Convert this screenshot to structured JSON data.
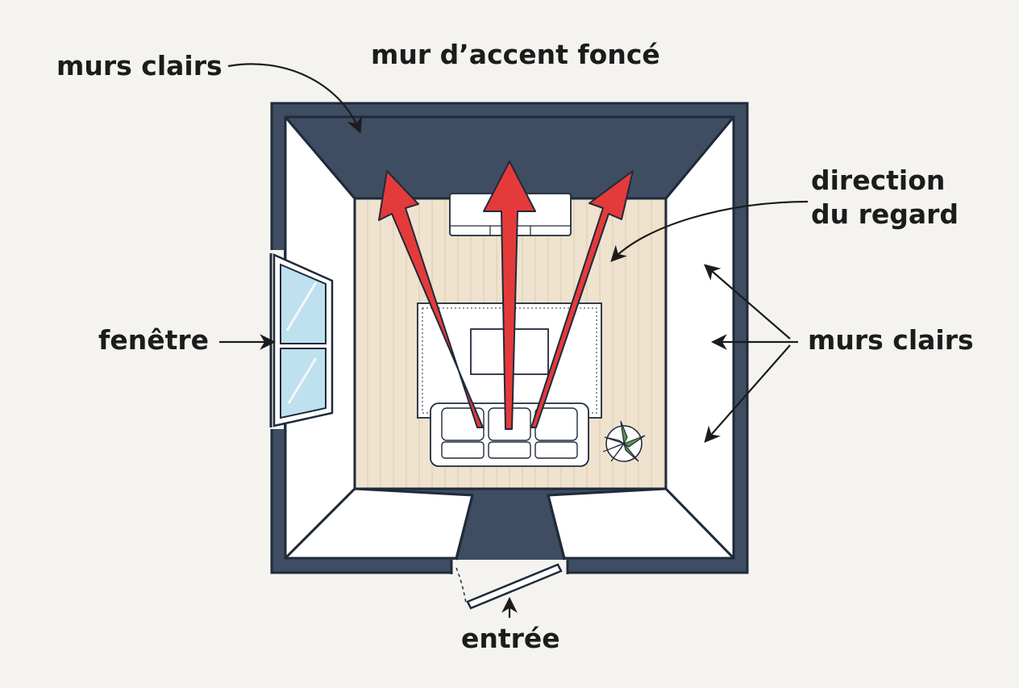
{
  "labels": {
    "light_walls_top": "murs clairs",
    "accent_wall": "mur d’accent foncé",
    "gaze_direction_line1": "direction",
    "gaze_direction_line2": "du regard",
    "window": "fenêtre",
    "light_walls_right": "murs clairs",
    "entrance": "entrée"
  },
  "colors": {
    "background": "#f4f3ef",
    "accent_wall": "#3e4d61",
    "outline": "#1f2a3a",
    "light_wall": "#ffffff",
    "floor": "#efe3cf",
    "gaze_arrow": "#e53a3a",
    "plant": "#5a9a4a",
    "window_glass": "#bfe0ee"
  }
}
